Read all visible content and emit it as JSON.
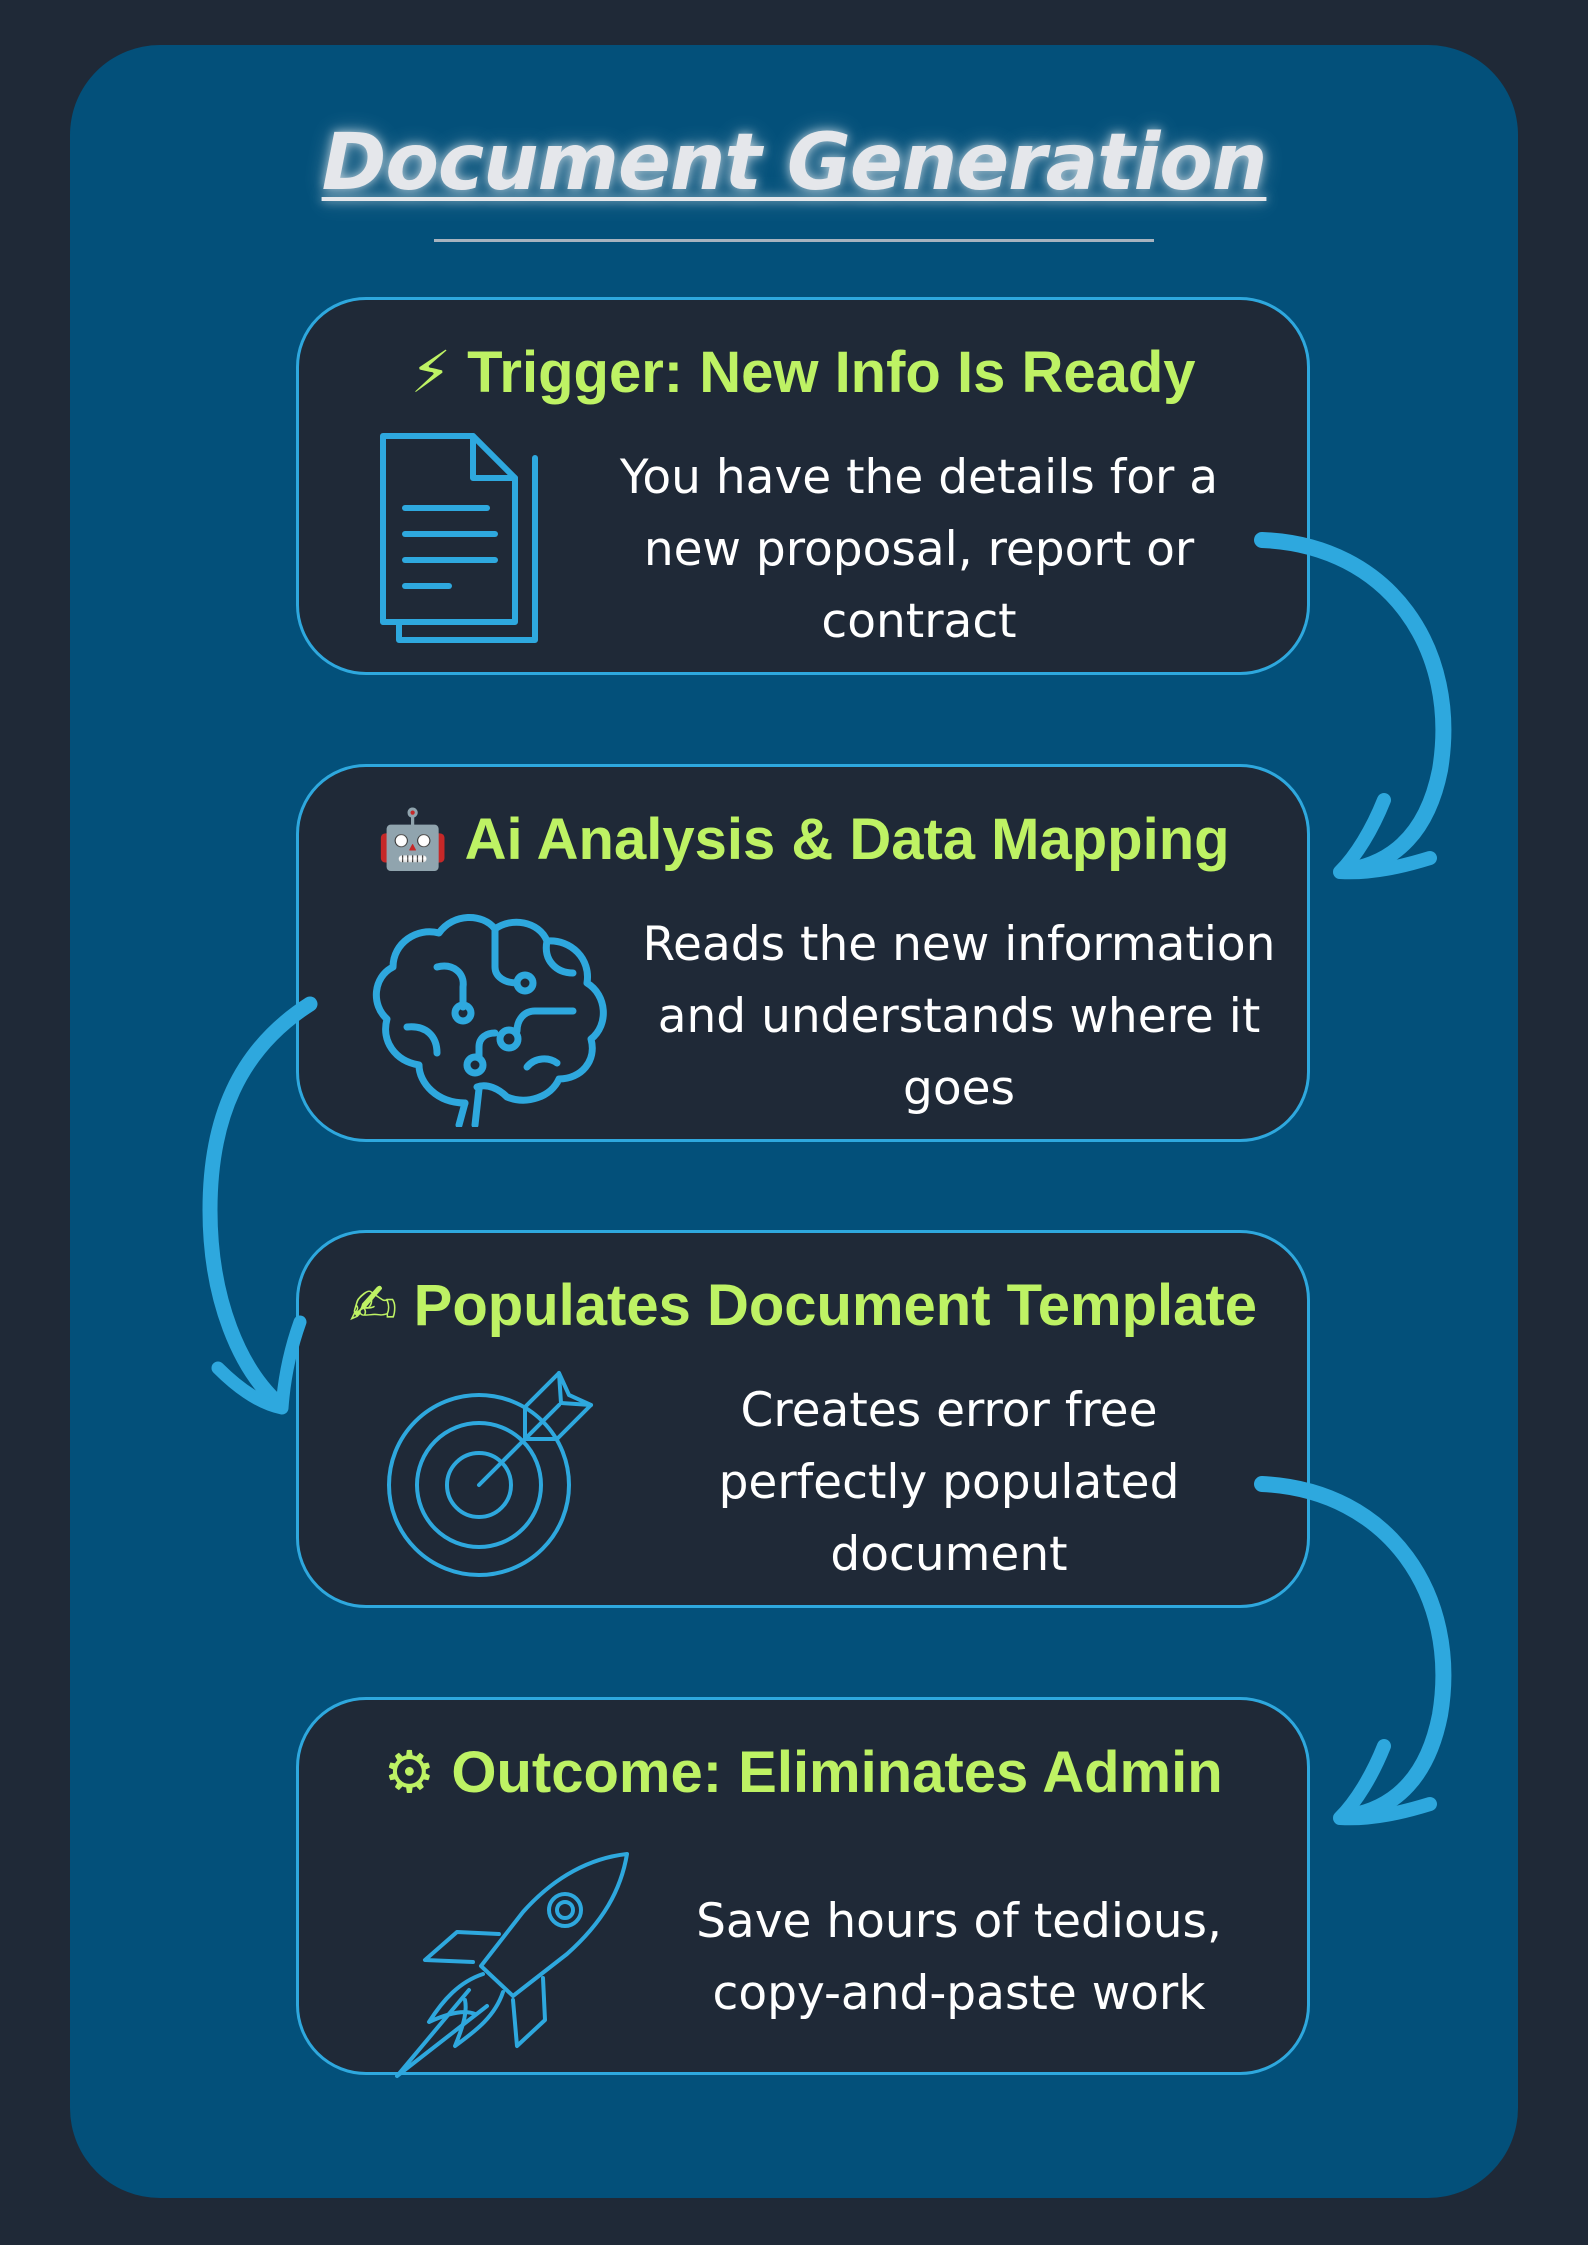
{
  "title": "Document Generation",
  "steps": [
    {
      "emoji": "⚡",
      "icon": "document-icon",
      "title": "Trigger: New Info Is Ready",
      "description": "You have the details for a new proposal, report or contract"
    },
    {
      "emoji": "🤖",
      "icon": "brain-circuit-icon",
      "title": "Ai Analysis & Data Mapping",
      "description": "Reads the new information and understands where it goes"
    },
    {
      "emoji": "✍",
      "icon": "target-icon",
      "title": "Populates Document Template",
      "description": "Creates error free perfectly populated document"
    },
    {
      "emoji": "⚙",
      "icon": "rocket-icon",
      "title": "Outcome: Eliminates Admin",
      "description": "Save hours of tedious, copy-and-paste work"
    }
  ],
  "colors": {
    "background": "#1f2937",
    "panel": "#03507a",
    "card": "#1f2937",
    "accent": "#2ea8de",
    "heading": "#bef264",
    "text": "#ffffff"
  }
}
